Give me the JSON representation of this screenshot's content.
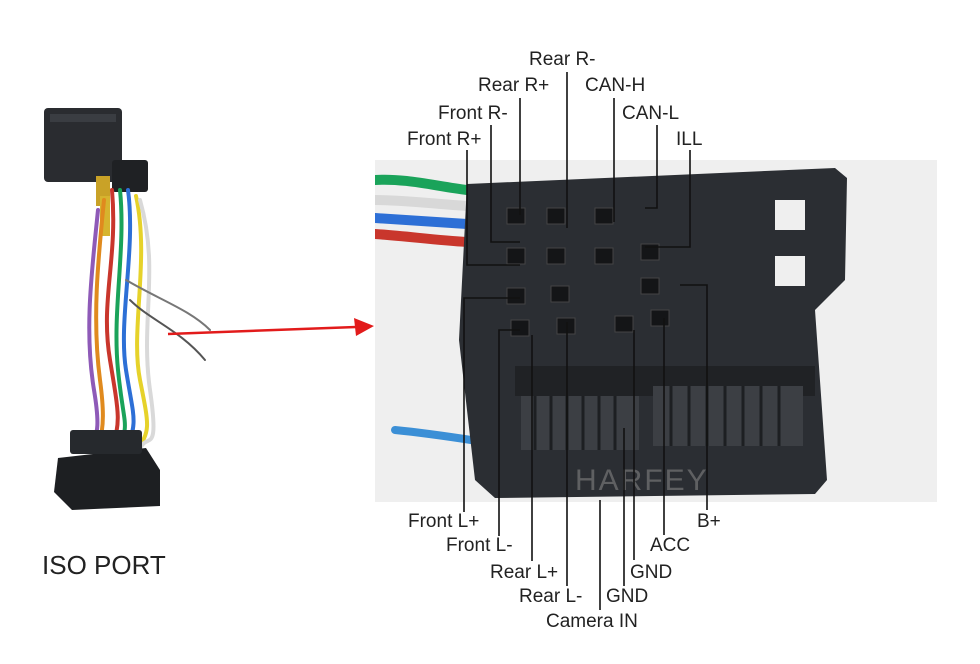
{
  "left_caption": "ISO PORT",
  "watermark": "HARFEY",
  "colors": {
    "arrow": "#e21b1b",
    "leader": "#111111",
    "connector": "#2b2e33",
    "wire_green": "#1aa35a",
    "wire_red": "#c9362c"
  },
  "top_labels": {
    "rear_r_minus": "Rear R-",
    "rear_r_plus": "Rear R+",
    "can_h": "CAN-H",
    "front_r_minus": "Front R-",
    "can_l": "CAN-L",
    "front_r_plus": "Front R+",
    "ill": "ILL"
  },
  "bottom_labels": {
    "front_l_plus": "Front L+",
    "front_l_minus": "Front L-",
    "rear_l_plus": "Rear L+",
    "rear_l_minus": "Rear L-",
    "camera_in": "Camera IN",
    "b_plus": "B+",
    "acc": "ACC",
    "gnd_1": "GND",
    "gnd_2": "GND"
  }
}
